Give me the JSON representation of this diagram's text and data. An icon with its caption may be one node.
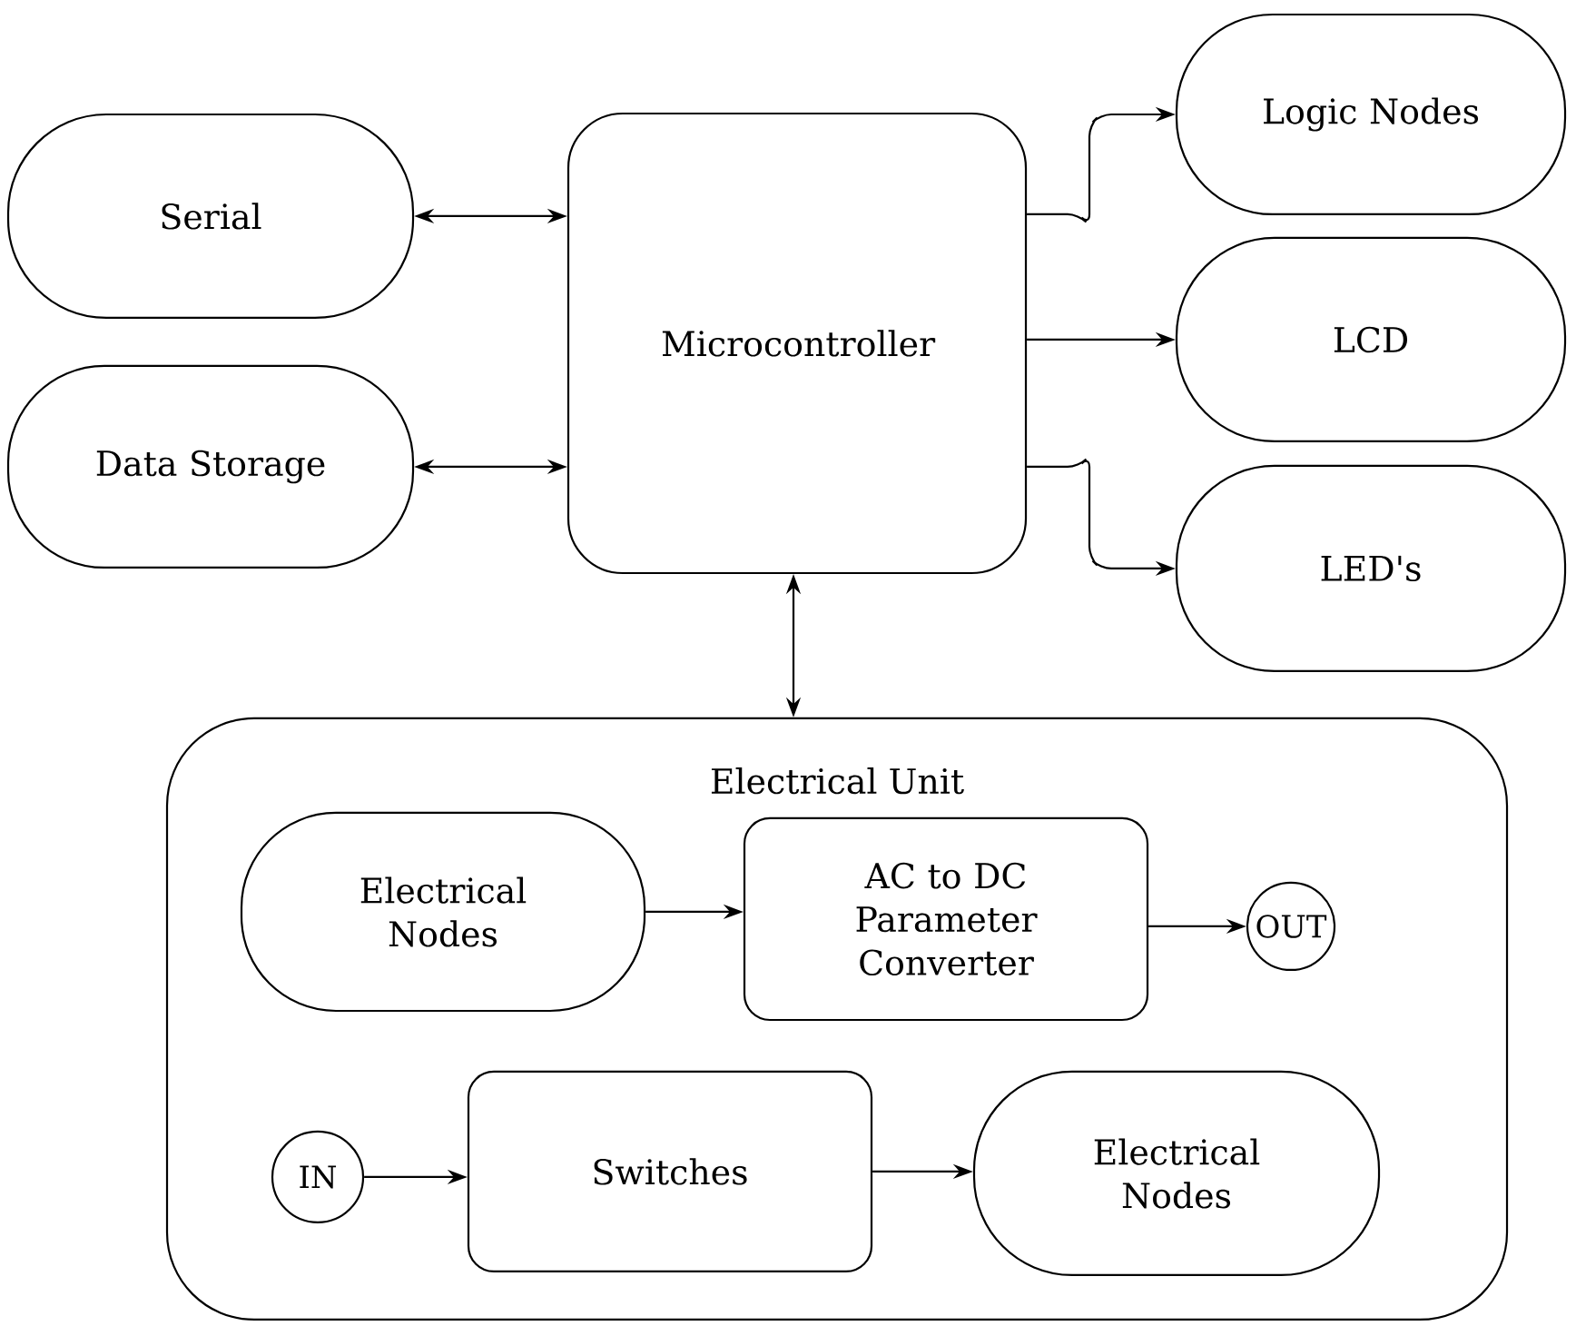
{
  "diagram": {
    "nodes": [
      {
        "text": [
          "Serial"
        ]
      },
      {
        "text": [
          "Data Storage"
        ]
      },
      {
        "text": [
          "Microcontroller"
        ]
      },
      {
        "text": [
          "Logic Nodes"
        ]
      },
      {
        "text": [
          "LCD"
        ]
      },
      {
        "text": [
          "LED's"
        ]
      },
      {
        "text": [
          "Electrical Unit"
        ]
      },
      {
        "text": [
          "Electrical Nodes"
        ],
        "in": 6
      },
      {
        "text": [
          "AC to DC Parameter Converter"
        ],
        "in": 6
      },
      {
        "text": [
          "OUT"
        ],
        "in": 6
      },
      {
        "text": [
          "IN"
        ],
        "in": 6
      },
      {
        "text": [
          "Switches"
        ],
        "in": 6
      },
      {
        "text": [
          "Electrical Nodes"
        ],
        "in": 6
      }
    ],
    "edges": [
      {
        "from": 0,
        "to": 2,
        "arrow": "both"
      },
      {
        "from": 1,
        "to": 2,
        "arrow": "both"
      },
      {
        "from": 2,
        "to": 3,
        "arrow": "to"
      },
      {
        "from": 2,
        "to": 4,
        "arrow": "to"
      },
      {
        "from": 2,
        "to": 5,
        "arrow": "to"
      },
      {
        "from": 2,
        "to": 6,
        "arrow": "both"
      },
      {
        "from": 7,
        "to": 8,
        "arrow": "to"
      },
      {
        "from": 8,
        "to": 9,
        "arrow": "to"
      },
      {
        "from": 10,
        "to": 11,
        "arrow": "to"
      },
      {
        "from": 11,
        "to": 12,
        "arrow": "to"
      }
    ]
  }
}
